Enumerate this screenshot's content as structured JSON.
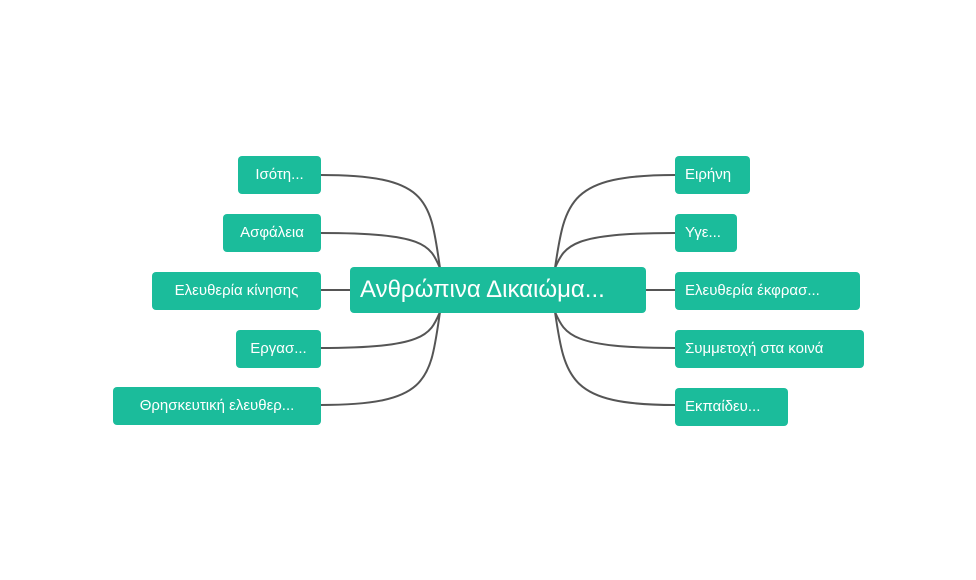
{
  "mindmap": {
    "root": {
      "label": "Ανθρώπινα Δικαιώμα..."
    },
    "left_branches": [
      {
        "label": "Ισότη..."
      },
      {
        "label": "Ασφάλεια"
      },
      {
        "label": "Ελευθερία κίνησης"
      },
      {
        "label": "Εργασ..."
      },
      {
        "label": "Θρησκευτική ελευθερ..."
      }
    ],
    "right_branches": [
      {
        "label": "Ειρήνη"
      },
      {
        "label": "Υγε..."
      },
      {
        "label": "Ελευθερία έκφρασ..."
      },
      {
        "label": "Συμμετοχή στα κοινά"
      },
      {
        "label": "Εκπαίδευ..."
      }
    ],
    "colors": {
      "node_fill": "#1bbc9b",
      "node_text": "#ffffff",
      "connector": "#555555",
      "background": "#ffffff"
    }
  }
}
